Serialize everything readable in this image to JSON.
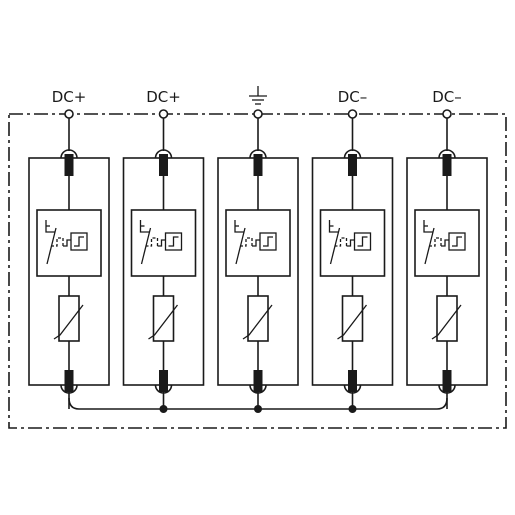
{
  "terminals": [
    {
      "label": "DC+"
    },
    {
      "label": "DC+"
    },
    {
      "label": "",
      "icon": "ground-icon"
    },
    {
      "label": "DC–"
    },
    {
      "label": "DC–"
    }
  ],
  "module_count": 5,
  "colors": {
    "line": "#1a1a1a",
    "background": "#ffffff"
  }
}
